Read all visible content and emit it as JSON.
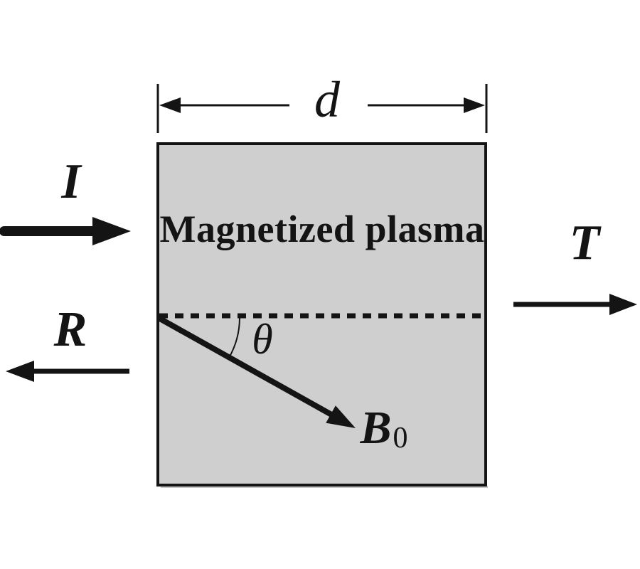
{
  "colors": {
    "background": "#ffffff",
    "slab_fill": "#cfcfcf",
    "ink": "#141414"
  },
  "labels": {
    "slab": "Magnetized plasma",
    "thickness": "d",
    "incident": "I",
    "transmitted": "T",
    "reflected": "R",
    "angle": "θ",
    "field_symbol": "B",
    "field_subscript": "0"
  }
}
